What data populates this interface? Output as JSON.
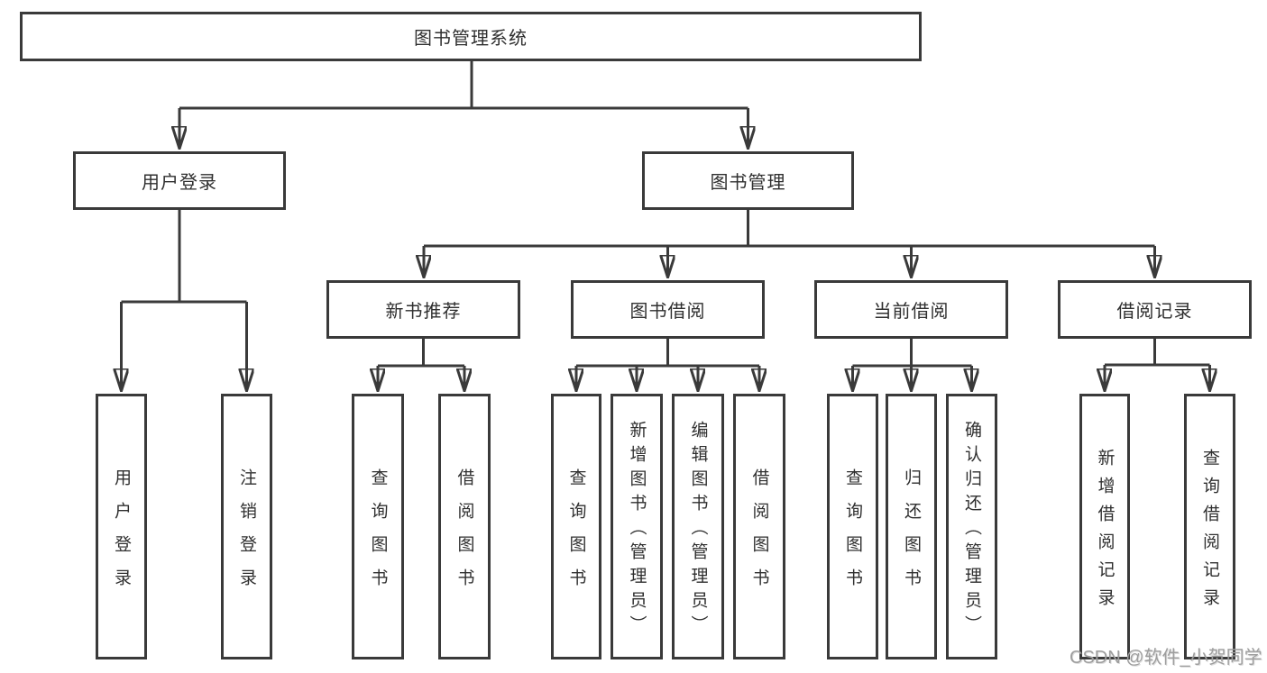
{
  "colors": {
    "line": "#3a3a3a",
    "text": "#2f2f2f",
    "box_background": "#ffffff",
    "page_background": "#ffffff",
    "watermark": "#9e9e9e"
  },
  "diagram": {
    "root": {
      "label": "图书管理系统"
    },
    "branches": [
      {
        "label": "用户登录",
        "children": [
          {
            "label": "用户登录"
          },
          {
            "label": "注销登录"
          }
        ]
      },
      {
        "label": "图书管理",
        "children": [
          {
            "label": "新书推荐",
            "children": [
              {
                "label": "查询图书"
              },
              {
                "label": "借阅图书"
              }
            ]
          },
          {
            "label": "图书借阅",
            "children": [
              {
                "label": "查询图书"
              },
              {
                "label": "新增图书（管理员）"
              },
              {
                "label": "编辑图书（管理员）"
              },
              {
                "label": "借阅图书"
              }
            ]
          },
          {
            "label": "当前借阅",
            "children": [
              {
                "label": "查询图书"
              },
              {
                "label": "归还图书"
              },
              {
                "label": "确认归还（管理员）"
              }
            ]
          },
          {
            "label": "借阅记录",
            "children": [
              {
                "label": "新增借阅记录"
              },
              {
                "label": "查询借阅记录"
              }
            ]
          }
        ]
      }
    ]
  },
  "watermark": {
    "text": "CSDN @软件_小贺同学"
  }
}
